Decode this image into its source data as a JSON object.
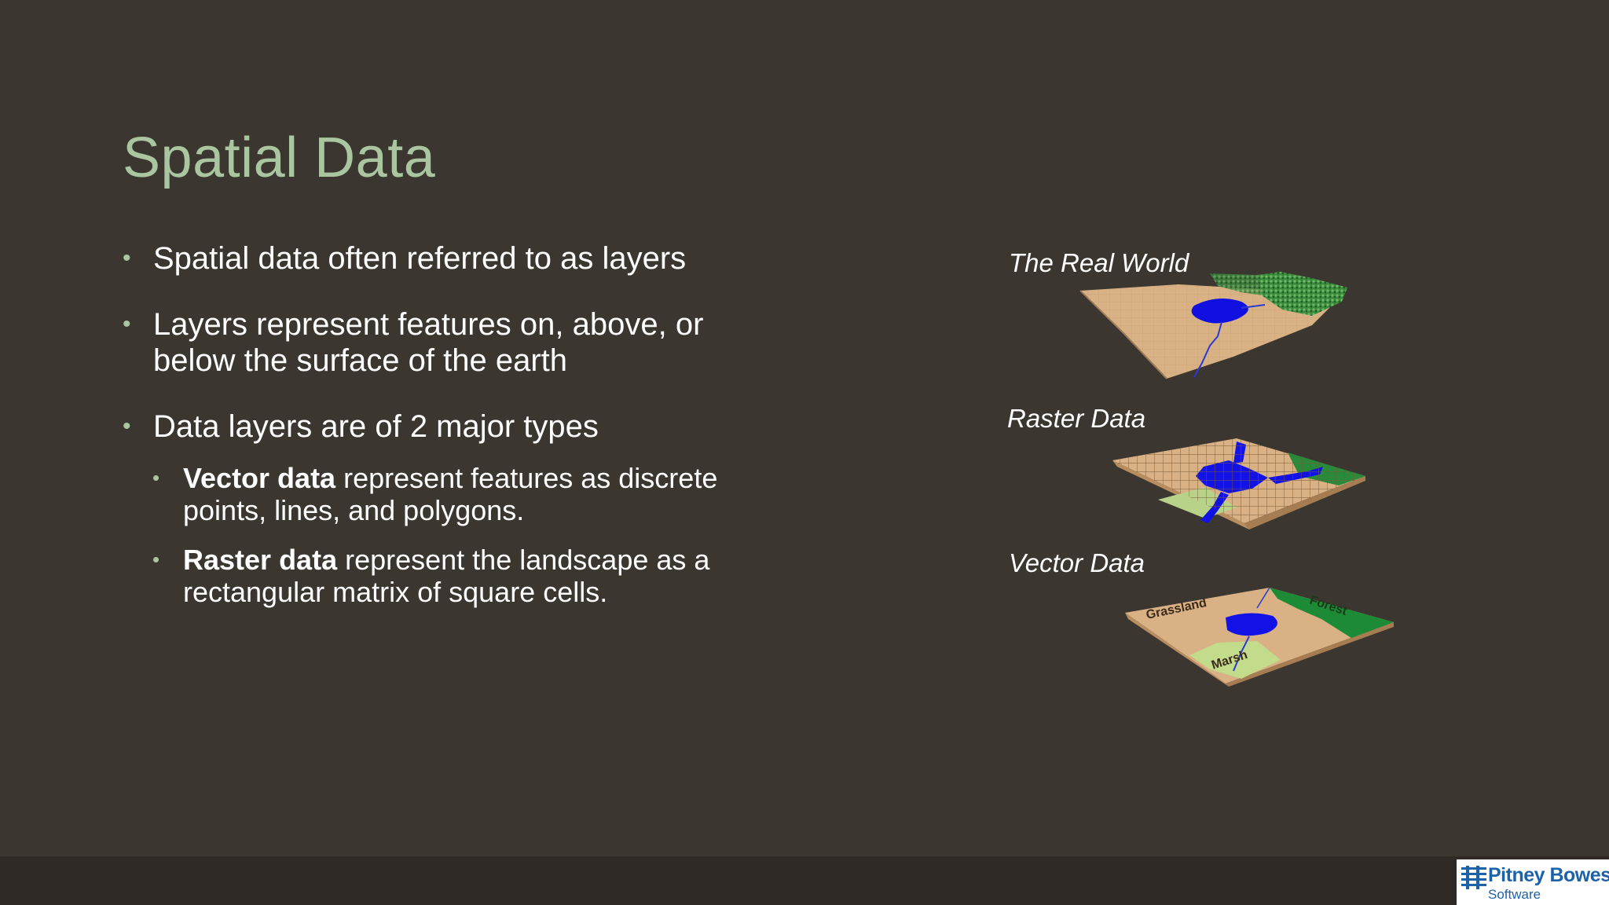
{
  "slide": {
    "title": "Spatial Data",
    "bullets": {
      "b1": "Spatial data often referred to as layers",
      "b2": "Layers represent features on, above, or below the surface of the earth",
      "b3": "Data layers are of 2 major types",
      "sub1": {
        "bold": "Vector data",
        "rest": " represent features as discrete points, lines, and polygons."
      },
      "sub2": {
        "bold": "Raster data",
        "rest": " represent the landscape as a rectangular matrix of square cells."
      }
    },
    "bullet_symbol": "•"
  },
  "illustrations": {
    "real_world": {
      "caption": "The Real World"
    },
    "raster": {
      "caption": "Raster Data"
    },
    "vector": {
      "caption": "Vector Data",
      "labels": {
        "grassland": "Grassland",
        "forest": "Forest",
        "marsh": "Marsh"
      }
    }
  },
  "logo": {
    "name": "Pitney Bowes",
    "sub": "Software"
  },
  "colors": {
    "background": "#3c3630",
    "footer": "#2f2a26",
    "title": "#a9c6a0",
    "bullet": "#a9c6a0",
    "text": "#ffffff",
    "logo_blue": "#1b62a8"
  }
}
